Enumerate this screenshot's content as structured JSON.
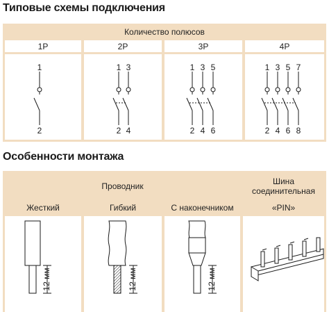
{
  "wiring": {
    "title": "Типовые схемы подключения",
    "header": "Количество полюсов",
    "columns": [
      {
        "label": "1P",
        "top_terminals": [
          "1"
        ],
        "bottom_terminals": [
          "2"
        ]
      },
      {
        "label": "2P",
        "top_terminals": [
          "1",
          "3"
        ],
        "bottom_terminals": [
          "2",
          "4"
        ]
      },
      {
        "label": "3P",
        "top_terminals": [
          "1",
          "3",
          "5"
        ],
        "bottom_terminals": [
          "2",
          "4",
          "6"
        ]
      },
      {
        "label": "4P",
        "top_terminals": [
          "1",
          "3",
          "5",
          "7"
        ],
        "bottom_terminals": [
          "2",
          "4",
          "6",
          "8"
        ]
      }
    ]
  },
  "mounting": {
    "title": "Особенности монтажа",
    "conductor_header": "Проводник",
    "busbar_header": "Шина соединительная",
    "busbar_type": "«PIN»",
    "conductor_types": [
      "Жесткий",
      "Гибкий",
      "С наконечником"
    ],
    "strip_length": "12 мм"
  },
  "colors": {
    "panel": "#f2ddc1",
    "line": "#1a1a1a"
  }
}
